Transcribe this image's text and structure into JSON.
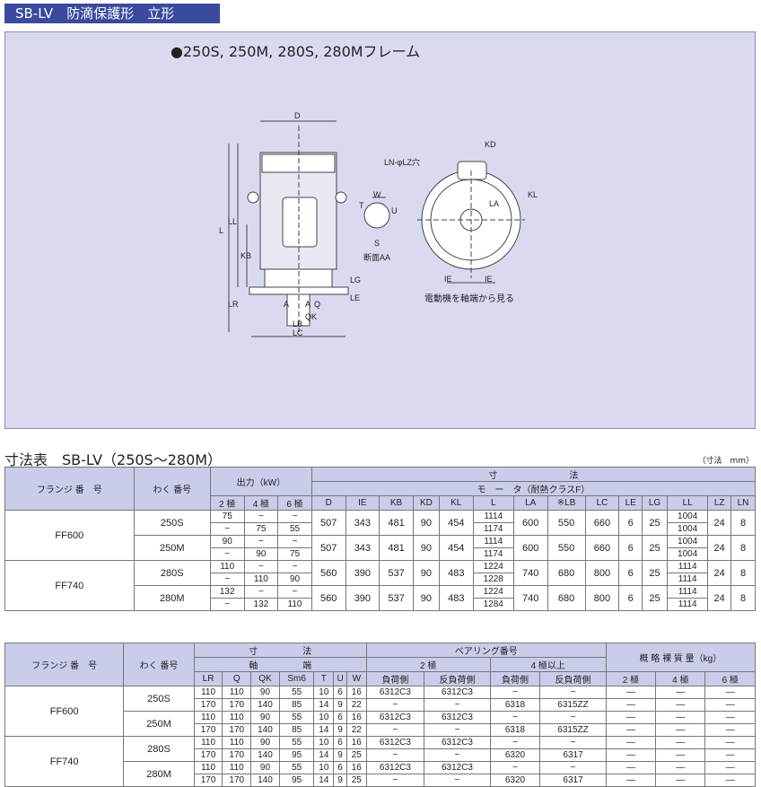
{
  "header": {
    "title": "SB-LV　防滴保護形　立形"
  },
  "diagram": {
    "frame_title": "●250S, 250M, 280S, 280Mフレーム",
    "labels": {
      "D": "D",
      "KD": "KD",
      "LNLZ": "LN-φLZ穴",
      "W": "W",
      "T": "T",
      "U": "U",
      "S": "S",
      "AA": "断面AA",
      "LL": "LL",
      "L": "L",
      "KB": "KB",
      "KL": "KL",
      "LA": "LA",
      "LG": "LG",
      "LE": "LE",
      "LR": "LR",
      "A1": "A",
      "A2": "A",
      "Q": "Q",
      "LB": "LB",
      "QK": "QK",
      "LC": "LC",
      "IE1": "IE",
      "IE2": "IE",
      "view": "電動機を軸端から見る"
    }
  },
  "table1": {
    "title": "寸法表　SB-LV（250S〜280M）",
    "unit": "（寸法　mm）",
    "h_flange": "フランジ\n番　号",
    "h_frame": "わく\n番号",
    "h_output": "出力（kW）",
    "h_dim": "寸　　　　　　　　法",
    "h_motor": "モ　ー　タ（耐熱クラスF）",
    "poles": [
      "2 極",
      "4 極",
      "6 極"
    ],
    "cols": [
      "D",
      "IE",
      "KB",
      "KD",
      "KL",
      "L",
      "LA",
      "※LB",
      "LC",
      "LE",
      "LG",
      "LL",
      "LZ",
      "LN"
    ],
    "groups": [
      {
        "flange": "FF600",
        "frames": [
          {
            "frame": "250S",
            "rows": [
              [
                "75",
                "−",
                "−",
                "1114",
                "1004"
              ],
              [
                "−",
                "75",
                "55",
                "1174",
                "1004"
              ]
            ],
            "D": "507",
            "IE": "343",
            "KB": "481",
            "KD": "90",
            "KL": "454",
            "LA": "600",
            "LB": "550",
            "LC": "660",
            "LE": "6",
            "LG": "25",
            "LZ": "24",
            "LN": "8"
          },
          {
            "frame": "250M",
            "rows": [
              [
                "90",
                "−",
                "−",
                "1114",
                "1004"
              ],
              [
                "−",
                "90",
                "75",
                "1174",
                "1004"
              ]
            ],
            "D": "507",
            "IE": "343",
            "KB": "481",
            "KD": "90",
            "KL": "454",
            "LA": "600",
            "LB": "550",
            "LC": "660",
            "LE": "6",
            "LG": "25",
            "LZ": "24",
            "LN": "8"
          }
        ]
      },
      {
        "flange": "FF740",
        "frames": [
          {
            "frame": "280S",
            "rows": [
              [
                "110",
                "−",
                "−",
                "1224",
                "1114"
              ],
              [
                "−",
                "110",
                "90",
                "1228",
                "1114"
              ]
            ],
            "D": "560",
            "IE": "390",
            "KB": "537",
            "KD": "90",
            "KL": "483",
            "LA": "740",
            "LB": "680",
            "LC": "800",
            "LE": "6",
            "LG": "25",
            "LZ": "24",
            "LN": "8"
          },
          {
            "frame": "280M",
            "rows": [
              [
                "132",
                "−",
                "−",
                "1224",
                "1114"
              ],
              [
                "−",
                "132",
                "110",
                "1284",
                "1114"
              ]
            ],
            "D": "560",
            "IE": "390",
            "KB": "537",
            "KD": "90",
            "KL": "483",
            "LA": "740",
            "LB": "680",
            "LC": "800",
            "LE": "6",
            "LG": "25",
            "LZ": "24",
            "LN": "8"
          }
        ]
      }
    ]
  },
  "table2": {
    "h_flange": "フランジ\n番　号",
    "h_frame": "わく\n番号",
    "h_dim": "寸　　　　　法",
    "h_shaft": "軸　　　　　端",
    "h_bearing": "ベアリング番号",
    "h_2p": "2 極",
    "h_4p": "4 極以上",
    "h_mass": "概 略 裸 質 量（kg）",
    "cols": [
      "LR",
      "Q",
      "QK",
      "Sm6",
      "T",
      "U",
      "W",
      "負荷側",
      "反負荷側",
      "負荷側",
      "反負荷側",
      "2 極",
      "4 極",
      "6 極"
    ],
    "groups": [
      {
        "flange": "FF600",
        "frames": [
          {
            "frame": "250S",
            "rows": [
              [
                "110",
                "110",
                "90",
                "55",
                "10",
                "6",
                "16",
                "6312C3",
                "6312C3",
                "−",
                "−",
                "—",
                "—",
                "—"
              ],
              [
                "170",
                "170",
                "140",
                "85",
                "14",
                "9",
                "22",
                "−",
                "−",
                "6318",
                "6315ZZ",
                "—",
                "—",
                "—"
              ]
            ]
          },
          {
            "frame": "250M",
            "rows": [
              [
                "110",
                "110",
                "90",
                "55",
                "10",
                "6",
                "16",
                "6312C3",
                "6312C3",
                "−",
                "−",
                "—",
                "—",
                "—"
              ],
              [
                "170",
                "170",
                "140",
                "85",
                "14",
                "9",
                "22",
                "−",
                "−",
                "6318",
                "6315ZZ",
                "—",
                "—",
                "—"
              ]
            ]
          }
        ]
      },
      {
        "flange": "FF740",
        "frames": [
          {
            "frame": "280S",
            "rows": [
              [
                "110",
                "110",
                "90",
                "55",
                "10",
                "6",
                "16",
                "6312C3",
                "6312C3",
                "−",
                "−",
                "—",
                "—",
                "—"
              ],
              [
                "170",
                "170",
                "140",
                "95",
                "14",
                "9",
                "25",
                "−",
                "−",
                "6320",
                "6317",
                "—",
                "—",
                "—"
              ]
            ]
          },
          {
            "frame": "280M",
            "rows": [
              [
                "110",
                "110",
                "90",
                "55",
                "10",
                "6",
                "16",
                "6312C3",
                "6312C3",
                "−",
                "−",
                "—",
                "—",
                "—"
              ],
              [
                "170",
                "170",
                "140",
                "95",
                "14",
                "9",
                "25",
                "−",
                "−",
                "6320",
                "6317",
                "—",
                "—",
                "—"
              ]
            ]
          }
        ]
      }
    ]
  }
}
